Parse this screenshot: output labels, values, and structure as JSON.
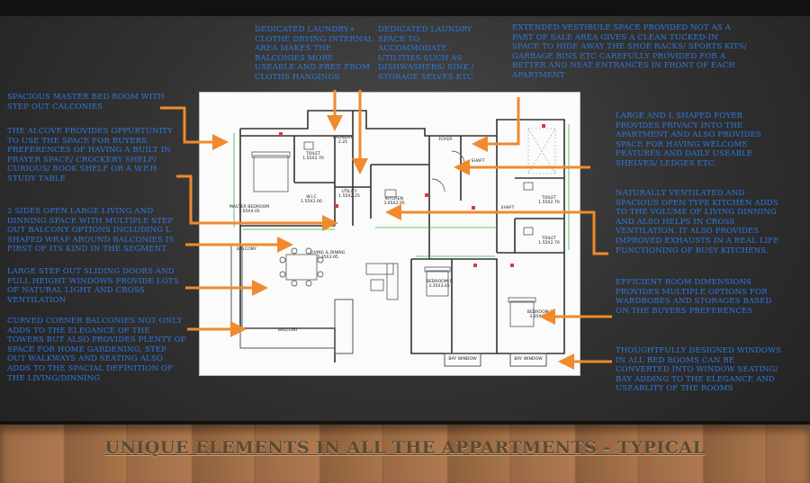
{
  "title": "UNIQUE ELEMENTS IN ALL THE APPARTMENTS - TYPICAL",
  "colors": {
    "note_text": "#2f78e0",
    "arrow": "#f08a2c",
    "background": "#333333",
    "floor": "#a87549"
  },
  "annotations": {
    "dedicated_laundry_clothes": "DEDICATED LAUNDRY+ CLOTHE DRYING INTERNAL AREA MAKES THE BALCONIES MORE USEABLE AND FREE FROM CLOTHS HANGINGS",
    "dedicated_laundry_space": "DEDICATED LAUNDRY SPACE TO ACCOMMODATE UTILITIES SUCH AS DISHWASHERS/ SINK / STORAGE SELVES ETC",
    "vestibule": "EXTENDED VESTIBULE SPACE PROVIDED NOT AS A PART OF SALE AREA GIVES A CLEAN TUCKED-IN SPACE TO HIDE AWAY THE SHOE RACKS/ SPORTS KITS/ GARBAGE BINS ETC CAREFULLY PROVIDED FOR A BETTER AND NEAT ENTRANCES IN FRONT OF EACH APARTMENT",
    "master_bedroom": "SPACIOUS MASTER BED ROOM WITH STEP OUT CALCONIES",
    "alcove": "THE ALCOVE PROVIDES OPPURTUNITY TO USE THE SPACE FOR BUYERS PREFERENCES OF HAVING A BUILT IN PRAYER SPACE/ CROCKERY SHELF/ CURIOUS/ BOOK SHELF OR A W.F.H STUDY TABLE",
    "living_dining": "2 SIDES OPEN LARGE LIVING AND DINNING SPACE WITH MULTIPLE STEP OUT BALCONY OPTIONS INCLUDING L SHAPED WRAP AROUND BALCONIES IS FIRST OF ITS KIND IN THE SEGMENT",
    "sliding_doors": "LARGE STEP OUT SLIDING DOORS AND FULL HEIGHT WINDOWS PROVIDE LOTS OF NATURAL LIGHT AND CROSS VENTILATION",
    "curved_balconies": "CURVED CORNER BALCONIES NOT ONLY ADDS TO THE ELEGANCE OF THE TOWERS BUT ALSO PROVIDES PLENTY OF SPACE FOR HOME GARDENING, STEP OUT WALKWAYS AND SEATING ALSO ADDS TO THE SPACIAL DEFINITION OF THE LIVING/DINNING",
    "foyer": "LARGE AND L SHAPED FOYER PROVIDES PRIVACY INTO THE APARTMENT AND ALSO PROVIDES SPACE FOR HAVING WELCOME FEATURES AND DAILY USEABLE SHELVES/ LEDGES ETC.",
    "kitchen": "NATURALLY VENTILATED AND SPACIOUS OPEN TYPE KITCHEN ADDS TO THE VOLUME OF LIVING DINNING AND ALSO HELPS IN CROSS VENTILATION. IT ALSO PROVIDES IMPROVED EXHAUSTS IN A REAL LIFE FUNCTIONING OF BUSY KITCHENS.",
    "room_dimensions": "EFFICIENT ROOM DIMENSIONS PROVIDES MULTIPLE OPTIONS FOR WARDROBES AND STORAGES BASED ON THE BUYERS PREFERENCES",
    "windows": "THOUGHTFULLY DESIGNED WINDOWS IN ALL BED ROOMS CAN BE CONVERTED INTO WINDOW SEATING/ BAY ADDING TO THE ELEGANCE AND USEABLITY OF THE ROOMS"
  },
  "plan": {
    "rooms": {
      "master_bedroom": "MASTER BEDROOM\n3.65X4.05",
      "toilet_1": "TOILET\n1.55X2.70",
      "laundry": "LAUNDRY\n2.25",
      "utility": "UTILITY\n1.55X2.25",
      "wic": "W.I.C\n1.55X2.00",
      "kitchen": "KITCHEN\n3.05X2.95",
      "foyer": "FOYER",
      "shaft_1": "SHAFT",
      "shaft_2": "SHAFT",
      "living_dining": "LIVING & DINING\n7.35X3.95",
      "balcony_left": "BALCONY",
      "balcony_bottom": "BALCONY",
      "bedroom_1": "BEDROOM-1\n3.35X3.65",
      "bedroom_2": "BEDROOM-2\n3.35X3.65",
      "toilet_2": "TOILET\n1.55X2.70",
      "toilet_3": "TOILET\n1.55X2.70",
      "bay_window_1": "BAY WINDOW",
      "bay_window_2": "BAY WINDOW"
    }
  }
}
